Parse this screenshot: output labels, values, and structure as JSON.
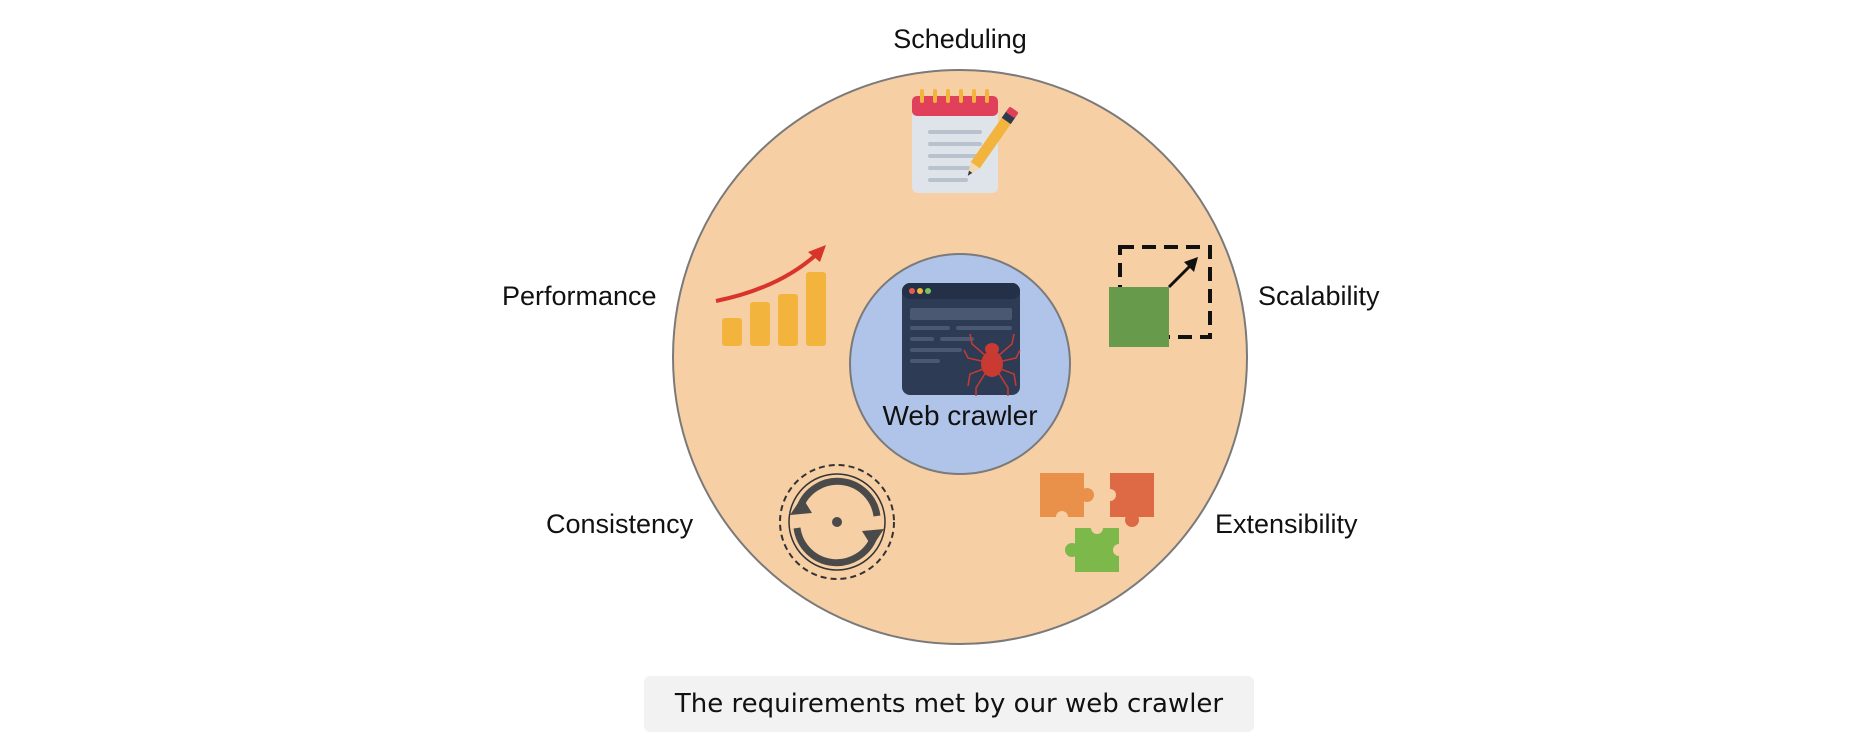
{
  "diagram": {
    "center_label": "Web crawler",
    "labels": {
      "scheduling": "Scheduling",
      "performance": "Performance",
      "scalability": "Scalability",
      "consistency": "Consistency",
      "extensibility": "Extensibility"
    },
    "caption": "The requirements met by our web crawler",
    "colors": {
      "outer_circle": "#f7cfa5",
      "inner_circle": "#b0c3e8",
      "circle_stroke": "#7a7a7a"
    },
    "icons": {
      "scheduling": "notepad-pencil-icon",
      "performance": "growth-bar-chart-icon",
      "scalability": "scale-resize-icon",
      "consistency": "sync-icon",
      "extensibility": "puzzle-pieces-icon",
      "center": "browser-spider-icon"
    }
  }
}
